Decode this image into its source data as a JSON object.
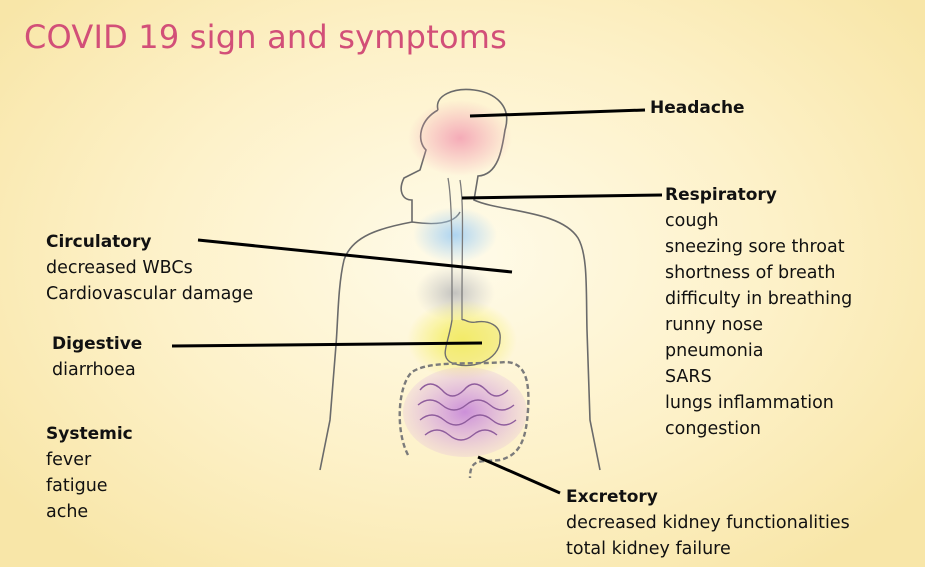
{
  "title": "COVID 19 sign and symptoms",
  "colors": {
    "title": "#d24f78",
    "background": "#fdf1c8",
    "head_highlight": "#f4a7b6",
    "throat_highlight": "#a9d2f2",
    "chest_highlight": "#c7c7c7",
    "stomach_highlight": "#f2ec4c",
    "intestine_highlight": "#c98ad9"
  },
  "labels": {
    "headache": {
      "heading": "Headache"
    },
    "respiratory": {
      "heading": "Respiratory",
      "items": [
        "cough",
        "sneezing sore throat",
        "shortness of breath",
        "difficulty in breathing",
        "runny nose",
        "pneumonia",
        "SARS",
        "lungs inflammation",
        "congestion"
      ]
    },
    "circulatory": {
      "heading": "Circulatory",
      "items": [
        "decreased WBCs",
        "Cardiovascular damage"
      ]
    },
    "digestive": {
      "heading": "Digestive",
      "items": [
        "diarrhoea"
      ]
    },
    "systemic": {
      "heading": "Systemic",
      "items": [
        "fever",
        "fatigue",
        "ache"
      ]
    },
    "excretory": {
      "heading": "Excretory",
      "items": [
        "decreased kidney functionalities",
        "total kidney failure"
      ]
    }
  }
}
